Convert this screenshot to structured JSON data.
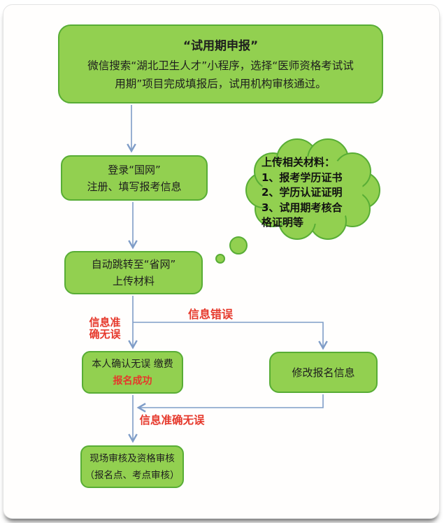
{
  "colors": {
    "green_fill": "#92D050",
    "green_border": "#58AD35",
    "arrow_blue": "#7F9DC8",
    "alert_red": "#E6382B",
    "ink": "#1E1E1E"
  },
  "flow": {
    "box1": {
      "title": "“试用期申报”",
      "line1": "微信搜索“湖北卫生人才”小程序，选择“医师资格考试试",
      "line2": "用期”项目完成填报后，试用机构审核通过。"
    },
    "box2": {
      "line1": "登录“国网”",
      "line2": "注册、填写报考信息"
    },
    "box3": {
      "line1": "自动跳转至“省网”",
      "line2": "上传材料"
    },
    "box4": {
      "line1": "本人确认无误 缴费",
      "line2": "报名成功"
    },
    "box5": {
      "label": "修改报名信息"
    },
    "box6": {
      "line1": "现场审核及资格审核",
      "line2": "（报名点、考点审核）"
    },
    "cloud": {
      "lines": [
        "上传相关材料：",
        "1、报考学历证书",
        "2、学历认证证明",
        "3、试用期考核合",
        "格证明等"
      ]
    },
    "labels": {
      "error": "信息错误",
      "correct_left_1": "信息准",
      "correct_left_2": "确无误",
      "correct_bottom": "信息准确无误"
    }
  }
}
